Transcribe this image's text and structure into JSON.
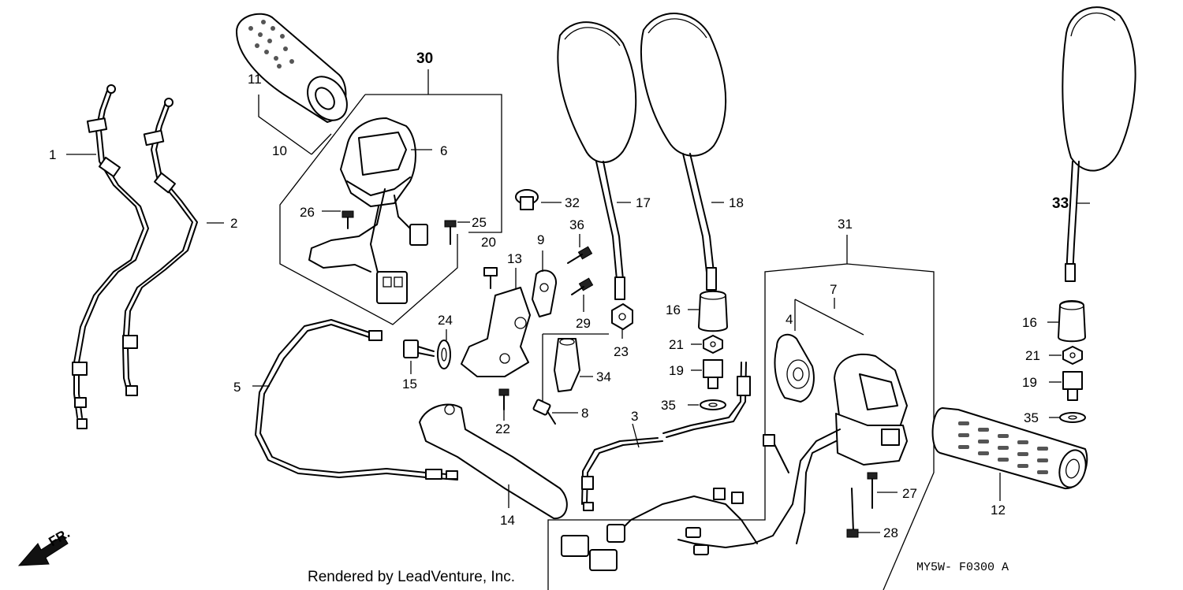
{
  "callouts": [
    {
      "id": "c1",
      "label": "1"
    },
    {
      "id": "c2",
      "label": "2"
    },
    {
      "id": "c3",
      "label": "3"
    },
    {
      "id": "c4",
      "label": "4"
    },
    {
      "id": "c5",
      "label": "5"
    },
    {
      "id": "c6",
      "label": "6"
    },
    {
      "id": "c7",
      "label": "7"
    },
    {
      "id": "c8",
      "label": "8"
    },
    {
      "id": "c9",
      "label": "9"
    },
    {
      "id": "c10",
      "label": "10"
    },
    {
      "id": "c11",
      "label": "11"
    },
    {
      "id": "c12",
      "label": "12"
    },
    {
      "id": "c13",
      "label": "13"
    },
    {
      "id": "c14",
      "label": "14"
    },
    {
      "id": "c15",
      "label": "15"
    },
    {
      "id": "c16a",
      "label": "16"
    },
    {
      "id": "c16b",
      "label": "16"
    },
    {
      "id": "c17",
      "label": "17"
    },
    {
      "id": "c18",
      "label": "18"
    },
    {
      "id": "c19a",
      "label": "19"
    },
    {
      "id": "c19b",
      "label": "19"
    },
    {
      "id": "c20",
      "label": "20"
    },
    {
      "id": "c21a",
      "label": "21"
    },
    {
      "id": "c21b",
      "label": "21"
    },
    {
      "id": "c22",
      "label": "22"
    },
    {
      "id": "c23",
      "label": "23"
    },
    {
      "id": "c24",
      "label": "24"
    },
    {
      "id": "c25",
      "label": "25"
    },
    {
      "id": "c26",
      "label": "26"
    },
    {
      "id": "c27",
      "label": "27"
    },
    {
      "id": "c28",
      "label": "28"
    },
    {
      "id": "c29",
      "label": "29"
    },
    {
      "id": "c30",
      "label": "30"
    },
    {
      "id": "c31",
      "label": "31"
    },
    {
      "id": "c32",
      "label": "32"
    },
    {
      "id": "c33",
      "label": "33"
    },
    {
      "id": "c34",
      "label": "34"
    },
    {
      "id": "c35a",
      "label": "35"
    },
    {
      "id": "c35b",
      "label": "35"
    },
    {
      "id": "c36",
      "label": "36"
    }
  ],
  "direction_label": "FR.",
  "credit": "Rendered by LeadVenture, Inc.",
  "diagram_code": "MY5W- F0300 A"
}
